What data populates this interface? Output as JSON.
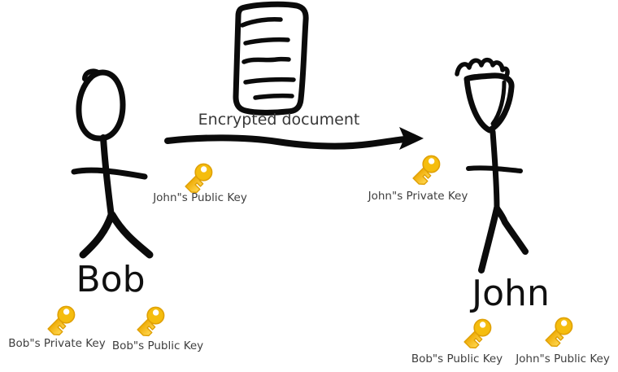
{
  "scene": {
    "background": "#ffffff",
    "arrow_label": "Encrypted document",
    "actors": {
      "left": "Bob",
      "right": "John"
    },
    "key_labels": {
      "johns_public_mid": "John\"s Public Key",
      "johns_private_mid": "John\"s Private Key",
      "bobs_private_bottom_left": "Bob\"s Private Key",
      "bobs_public_bottom_left": "Bob\"s Public Key",
      "bobs_public_bottom_right": "Bob\"s Public Key",
      "johns_public_bottom_right": "John\"s Public Key"
    },
    "icons": {
      "document": "encrypted-document-icon",
      "arrow": "transfer-arrow-icon",
      "key": "key-icon",
      "left_actor": "bob-stick-figure",
      "right_actor": "john-stick-figure"
    },
    "colors": {
      "ink": "#0b0b0b",
      "label_text": "#3e3e3e",
      "key_gold": "#F5BD0E",
      "key_gold_light": "#FFD64F",
      "key_gold_dark": "#EFAC07",
      "key_outline": "#DFA006"
    }
  }
}
